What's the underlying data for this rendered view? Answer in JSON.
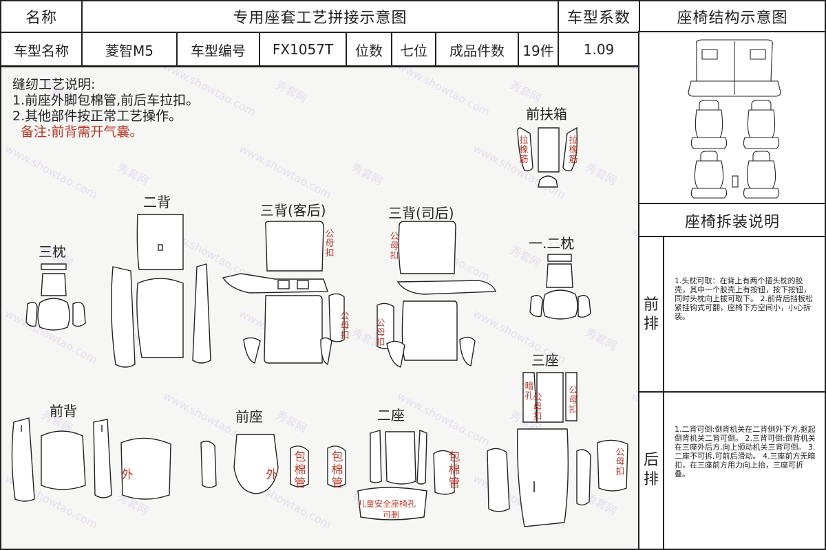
{
  "header": {
    "name_label": "名称",
    "title": "专用座套工艺拼接示意图",
    "coef_label": "车型系数",
    "structure_title": "座椅结构示意图"
  },
  "info": {
    "model_name_label": "车型名称",
    "model_name": "菱智M5",
    "model_code_label": "车型编号",
    "model_code": "FX1057T",
    "seats_label": "位数",
    "seats": "七位",
    "pieces_label": "成品件数",
    "pieces": "19件",
    "coef": "1.09"
  },
  "notes": {
    "title": "缝纫工艺说明:",
    "line1": "1.前座外脚包棉管,前后车拉扣。",
    "line2": "2.其他部件按正常工艺操作。",
    "remark": "备注:前背需开气囊。"
  },
  "labels": {
    "front_armrest": "前扶箱",
    "second_back": "二背",
    "third_back_passenger": "三背(客后)",
    "third_back_driver": "三背(司后)",
    "third_pillow": "三枕",
    "first_second_pillow": "一.二枕",
    "third_seat": "三座",
    "front_back": "前背",
    "front_seat": "前座",
    "second_seat": "二座"
  },
  "annotations": {
    "pull_rib": "拉橡筋",
    "male_female_buckle": "公母扣",
    "hidden_hole": "暗孔",
    "outer": "外",
    "piping": "包棉管",
    "child_seat_hole": "儿童安全座椅孔",
    "removable": "可删"
  },
  "disassembly": {
    "title": "座椅拆装说明",
    "front_label": "前排",
    "front_text": "1.头枕可取：在背上有两个插头枕的胶壳，其中一个胶壳上有按钮，按下按钮，同时头枕向上拔可取下。 2.前背后挡板松紧挂钩式可翻，座椅下方空间小，小心拆装。",
    "rear_label": "后排",
    "rear_text": "1.二背可倒:倒背机关在二背侧外下方,抠起倒背机关二背可倒。 2.三背可倒:倒背机关在三座外后方,向上颁动机关三背可倒。 3.二座不可拆,可前后滑动。 4.三座前方无暗扣，在三座前方用力向上抬，三座可折叠。"
  },
  "watermark": [
    "秀套网",
    "www.showtao.com"
  ]
}
